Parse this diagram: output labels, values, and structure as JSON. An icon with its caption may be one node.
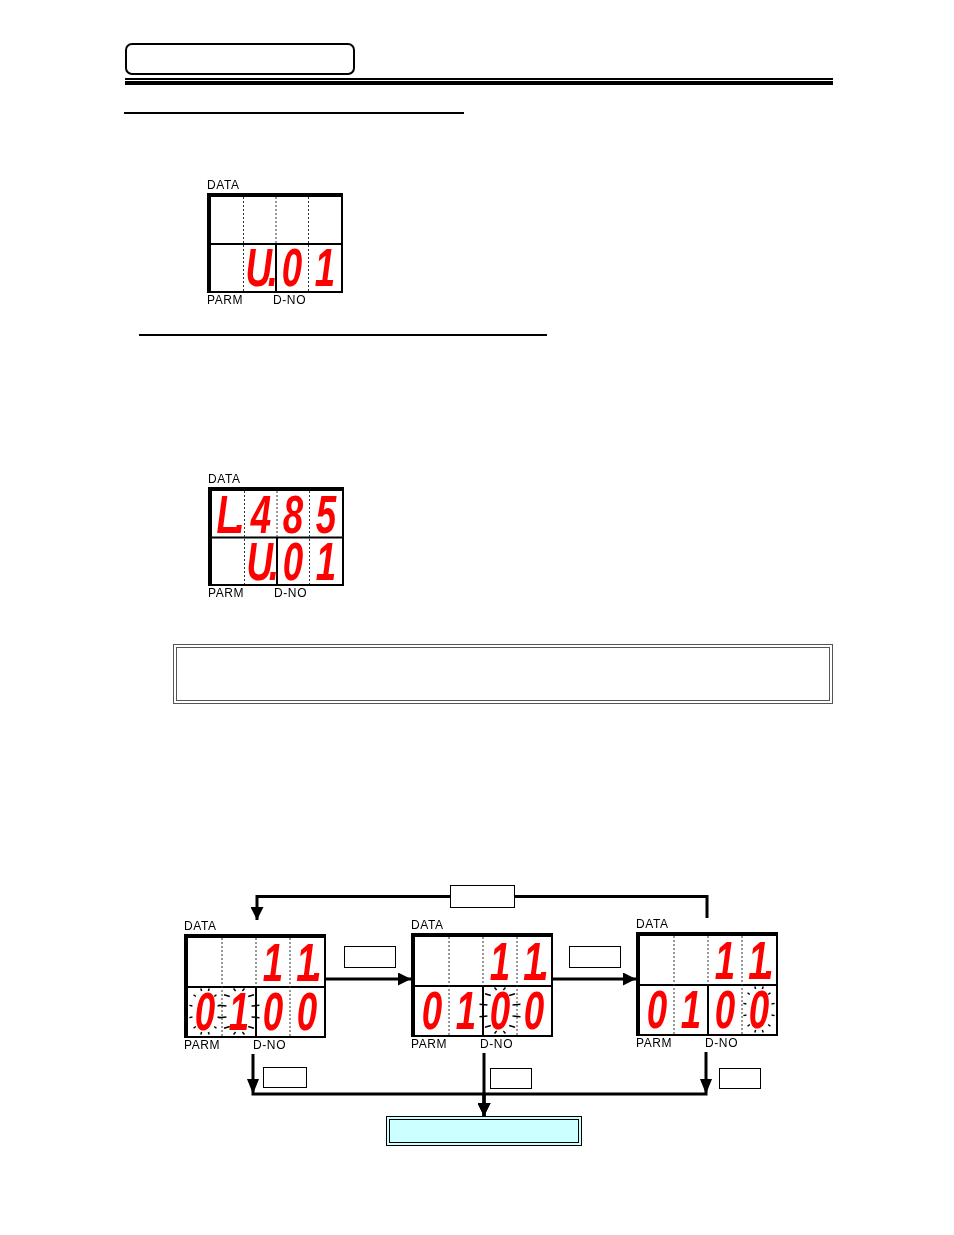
{
  "diagram": {
    "nodes": [
      {
        "text": [],
        "shape": "box"
      },
      {
        "text": [
          "DATA",
          "U.",
          "0",
          "1",
          "PARM",
          "D-NO"
        ]
      },
      {
        "text": [
          "DATA",
          "L.",
          "4",
          "8",
          "5",
          "U.",
          "0",
          "1",
          "PARM",
          "D-NO"
        ]
      },
      {
        "text": [],
        "shape": "box"
      },
      {
        "text": [],
        "shape": "box"
      },
      {
        "text": [
          "DATA",
          "1",
          "1.",
          "0",
          "1",
          "0",
          "0",
          "PARM",
          "D-NO"
        ]
      },
      {
        "text": [],
        "shape": "box"
      },
      {
        "text": [
          "DATA",
          "1",
          "1.",
          "0",
          "1",
          "0",
          "0",
          "PARM",
          "D-NO"
        ]
      },
      {
        "text": [],
        "shape": "box"
      },
      {
        "text": [
          "DATA",
          "1",
          "1.",
          "0",
          "1",
          "0",
          "0",
          "PARM",
          "D-NO"
        ]
      },
      {
        "text": [],
        "shape": "box"
      },
      {
        "text": [],
        "shape": "box"
      },
      {
        "text": [],
        "shape": "box"
      },
      {
        "text": [],
        "shape": "box"
      }
    ],
    "edges": [
      {
        "from": 5,
        "to": 7,
        "arrow": "to"
      },
      {
        "from": 7,
        "to": 9,
        "arrow": "to"
      },
      {
        "from": 9,
        "to": 4,
        "arrow": "none"
      },
      {
        "from": 4,
        "to": 5,
        "arrow": "to"
      },
      {
        "from": 5,
        "to": 13,
        "arrow": "to"
      },
      {
        "from": 7,
        "to": 13,
        "arrow": "to"
      },
      {
        "from": 9,
        "to": 13,
        "arrow": "to"
      }
    ]
  }
}
